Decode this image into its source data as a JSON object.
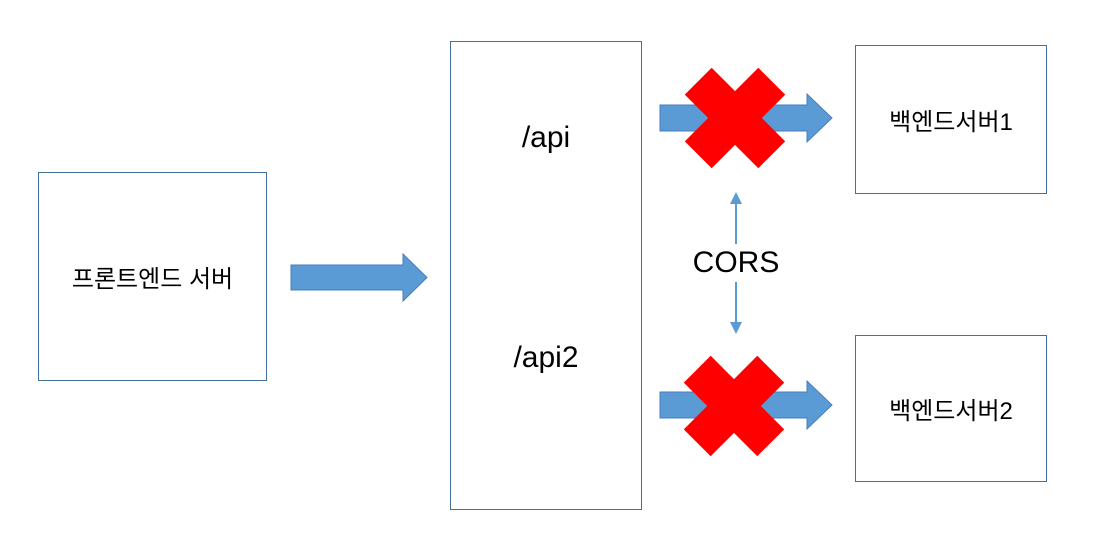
{
  "diagram": {
    "frontend": {
      "label": "프론트엔드 서버"
    },
    "gateway": {
      "routes": [
        {
          "label": "/api"
        },
        {
          "label": "/api2"
        }
      ]
    },
    "backends": [
      {
        "label": "백엔드서버1"
      },
      {
        "label": "백엔드서버2"
      }
    ],
    "cors": {
      "label": "CORS"
    },
    "colors": {
      "background": "#ffffff",
      "arrow_fill": "#5b9bd5",
      "arrow_outline": "#4a7ebb",
      "box_border": "#41719c",
      "block_x": "#ff0000",
      "cors_arrow": "#5b9bd5",
      "text": "#000000"
    }
  }
}
